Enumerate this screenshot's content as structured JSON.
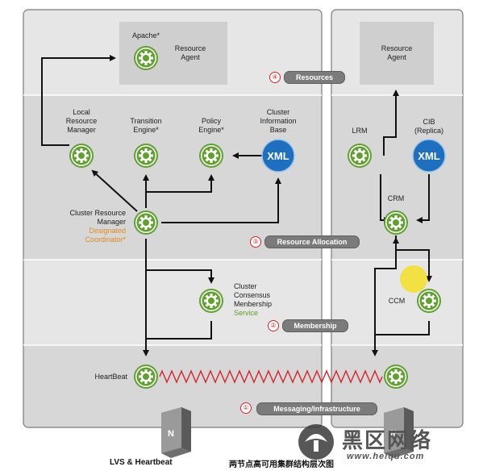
{
  "layers": {
    "resources": {
      "num": "④",
      "label": "Resources"
    },
    "allocation": {
      "num": "③",
      "label": "Resource Allocation"
    },
    "membership": {
      "num": "②",
      "label": "Membership"
    },
    "messaging": {
      "num": "①",
      "label": "Messaging/Infrastructure"
    }
  },
  "left_node": {
    "apache": "Apache*",
    "resource_agent": [
      "Resource",
      "Agent"
    ],
    "lrm": [
      "Local",
      "Resource",
      "Manager"
    ],
    "te": [
      "Transition",
      "Engine*"
    ],
    "pe": [
      "Policy",
      "Engine*"
    ],
    "cib": [
      "Cluster",
      "Information",
      "Base"
    ],
    "xml": "XML",
    "crm": [
      "Cluster Resource",
      "Manager"
    ],
    "dc": [
      "Designated",
      "Coordinator*"
    ],
    "ccm": [
      "Cluster",
      "Consensus",
      "Menbership"
    ],
    "ccm_service": "Service",
    "heartbeat": "HeartBeat"
  },
  "right_node": {
    "resource_agent": [
      "Resource",
      "Agent"
    ],
    "lrm": "LRM",
    "cib": [
      "CIB",
      "(Replica)"
    ],
    "xml": "XML",
    "crm": "CRM",
    "ccm": "CCM"
  },
  "captions": {
    "server_icon": "N",
    "left": "LVS & Heartbeat",
    "right": "两节点高可用集群结构层次图"
  },
  "watermark": {
    "name": "黑区网络",
    "url": "www.heiqu.com"
  },
  "colors": {
    "band_light": "#e4e4e4",
    "band_dark": "#d4d4d4",
    "gear_green": "#5fa02e",
    "xml_blue": "#1e6fc0",
    "accent_orange": "#e08a1e",
    "heartbeat_red": "#d4232a",
    "highlight": "#f2e030"
  }
}
